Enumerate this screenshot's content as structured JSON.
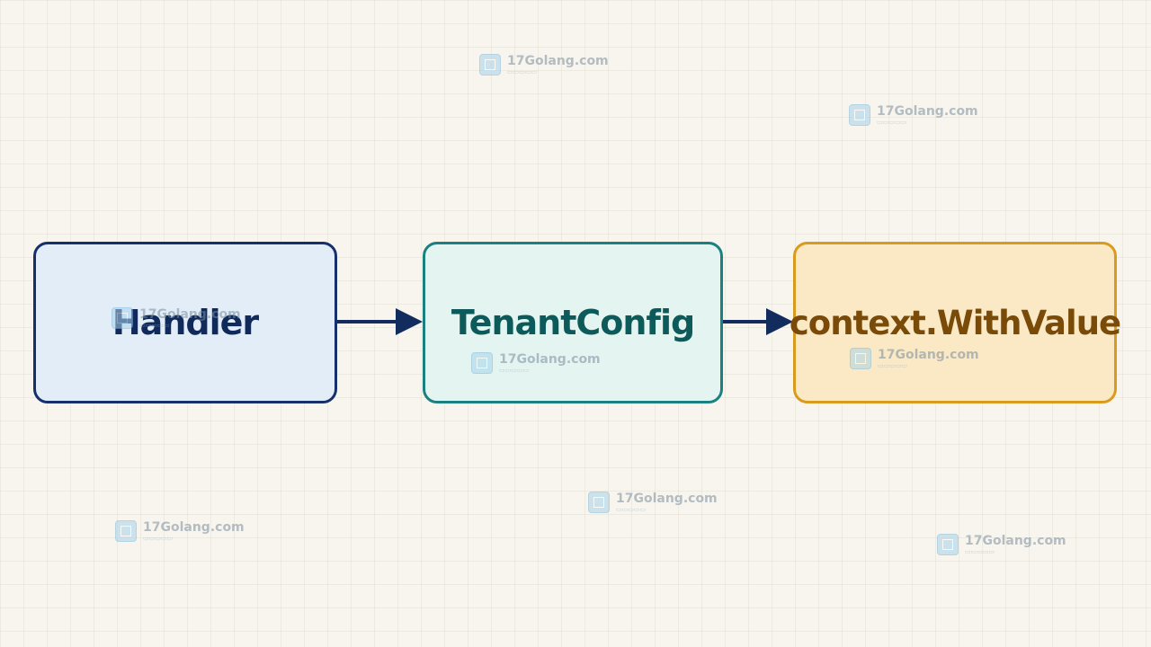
{
  "diagram": {
    "nodes": [
      {
        "id": "handler",
        "label": "Handler",
        "border_color": "#15306b",
        "fill_color": "#e3edf8",
        "text_color": "#102a5c"
      },
      {
        "id": "tenant",
        "label": "TenantConfig",
        "border_color": "#1a8080",
        "fill_color": "#e3f4f1",
        "text_color": "#0d5a5a"
      },
      {
        "id": "context",
        "label": "context.WithValue",
        "border_color": "#d99b1d",
        "fill_color": "#fbe9c5",
        "text_color": "#7a4a08"
      }
    ],
    "edges": [
      {
        "from": "Handler",
        "to": "TenantConfig",
        "color": "#132c5e"
      },
      {
        "from": "TenantConfig",
        "to": "context.WithValue",
        "color": "#132c5e"
      }
    ]
  },
  "watermark": {
    "text": "17Golang.com"
  },
  "colors": {
    "background": "#f8f5ee",
    "arrow": "#132c5e"
  }
}
